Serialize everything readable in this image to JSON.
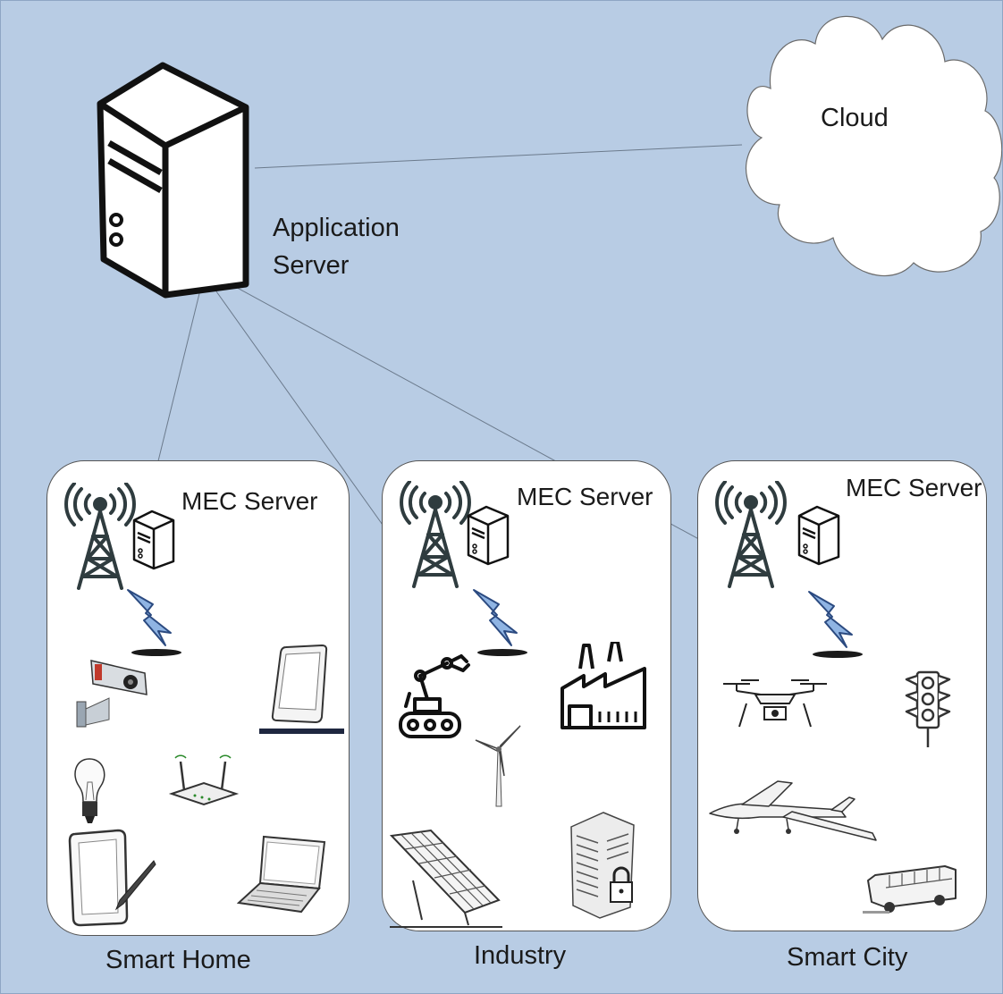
{
  "diagram": {
    "cloud": {
      "label": "Cloud",
      "icon": "cloud-icon"
    },
    "application_server": {
      "label_line1": "Application",
      "label_line2": "Server",
      "icon": "server-tower-icon"
    },
    "zones": [
      {
        "mec_label": "MEC Server",
        "domain_label": "Smart Home",
        "devices": [
          "security-camera-icon",
          "smartphone-icon",
          "light-bulb-icon",
          "wifi-router-icon",
          "tablet-stylus-icon",
          "laptop-icon"
        ]
      },
      {
        "mec_label": "MEC Server",
        "domain_label": "Industry",
        "devices": [
          "robot-arm-icon",
          "factory-icon",
          "wind-turbine-icon",
          "solar-panel-icon",
          "secure-building-icon"
        ]
      },
      {
        "mec_label": "MEC Server",
        "domain_label": "Smart City",
        "devices": [
          "drone-icon",
          "traffic-light-icon",
          "uav-aircraft-icon",
          "school-bus-icon"
        ]
      }
    ]
  }
}
